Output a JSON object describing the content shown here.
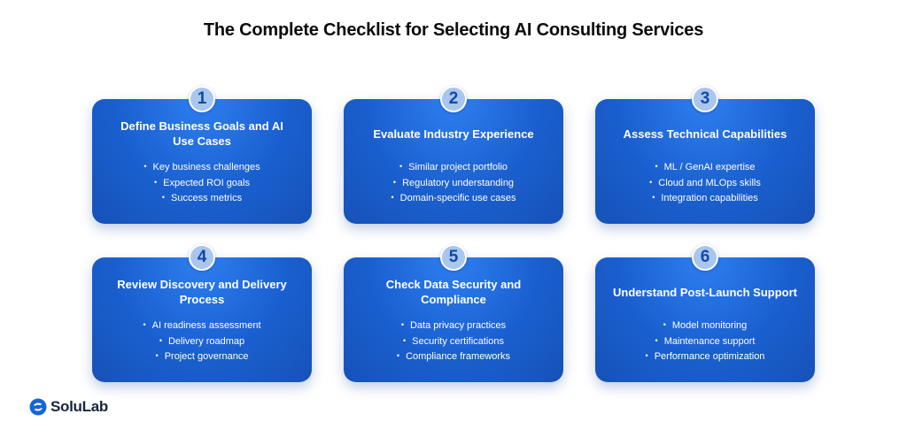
{
  "title": "The Complete Checklist for Selecting AI Consulting Services",
  "cards": [
    {
      "number": "1",
      "title": "Define Business Goals and AI Use Cases",
      "bullets": [
        "Key business challenges",
        "Expected ROI goals",
        "Success metrics"
      ]
    },
    {
      "number": "2",
      "title": "Evaluate Industry Experience",
      "bullets": [
        "Similar project portfolio",
        "Regulatory understanding",
        "Domain-specific use cases"
      ]
    },
    {
      "number": "3",
      "title": "Assess Technical Capabilities",
      "bullets": [
        "ML / GenAI expertise",
        "Cloud and MLOps skills",
        "Integration capabilities"
      ]
    },
    {
      "number": "4",
      "title": "Review Discovery and Delivery Process",
      "bullets": [
        "AI readiness assessment",
        "Delivery roadmap",
        "Project governance"
      ]
    },
    {
      "number": "5",
      "title": "Check Data Security and Compliance",
      "bullets": [
        "Data privacy practices",
        "Security certifications",
        "Compliance frameworks"
      ]
    },
    {
      "number": "6",
      "title": "Understand Post-Launch Support",
      "bullets": [
        "Model monitoring",
        "Maintenance support",
        "Performance optimization"
      ]
    }
  ],
  "logo": {
    "text": "SoluLab",
    "icon": "solulab-logo-icon"
  },
  "colors": {
    "card": "#1a5fcf",
    "badge": "#a9c6ee",
    "badge_text": "#1248a6",
    "title": "#0b0b0b"
  }
}
